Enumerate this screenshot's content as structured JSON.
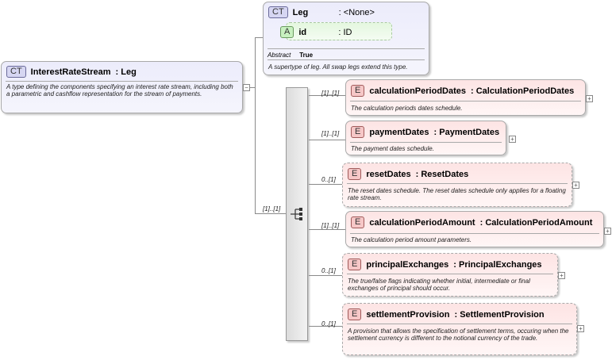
{
  "root": {
    "badge": "CT",
    "name": "InterestRateStream",
    "type": ": Leg",
    "doc": "A type defining the components specifying an interest rate stream, including both a parametric and cashflow representation for the stream of payments."
  },
  "base": {
    "badge": "CT",
    "name": "Leg",
    "type": ": <None>",
    "attribute": {
      "badge": "A",
      "name": "id",
      "type": ": ID"
    },
    "abstract_label": "Abstract",
    "abstract_value": "True",
    "doc": "A supertype of leg. All swap legs extend this type."
  },
  "sequence_card": "[1]..[1]",
  "elements": [
    {
      "badge": "E",
      "name": "calculationPeriodDates",
      "type": ": CalculationPeriodDates",
      "card": "[1]..[1]",
      "doc": "The calculation periods dates schedule."
    },
    {
      "badge": "E",
      "name": "paymentDates",
      "type": ": PaymentDates",
      "card": "[1]..[1]",
      "doc": "The payment dates schedule."
    },
    {
      "badge": "E",
      "name": "resetDates",
      "type": ": ResetDates",
      "card": "0..[1]",
      "doc": "The reset dates schedule. The reset dates schedule only applies for a floating rate stream."
    },
    {
      "badge": "E",
      "name": "calculationPeriodAmount",
      "type": ": CalculationPeriodAmount",
      "card": "[1]..[1]",
      "doc": "The calculation period amount parameters."
    },
    {
      "badge": "E",
      "name": "principalExchanges",
      "type": ": PrincipalExchanges",
      "card": "0..[1]",
      "doc": "The true/false flags indicating whether initial, intermediate or final exchanges of principal should occur."
    },
    {
      "badge": "E",
      "name": "settlementProvision",
      "type": ": SettlementProvision",
      "card": "0..[1]",
      "doc": "A provision that allows the specification of settlement terms, occuring when the settlement currency is different to the notional currency of the trade."
    }
  ],
  "icons": {
    "expand": "plus-expand-icon",
    "collapse": "minus-collapse-icon",
    "sequence": "sequence-compositor-icon"
  }
}
